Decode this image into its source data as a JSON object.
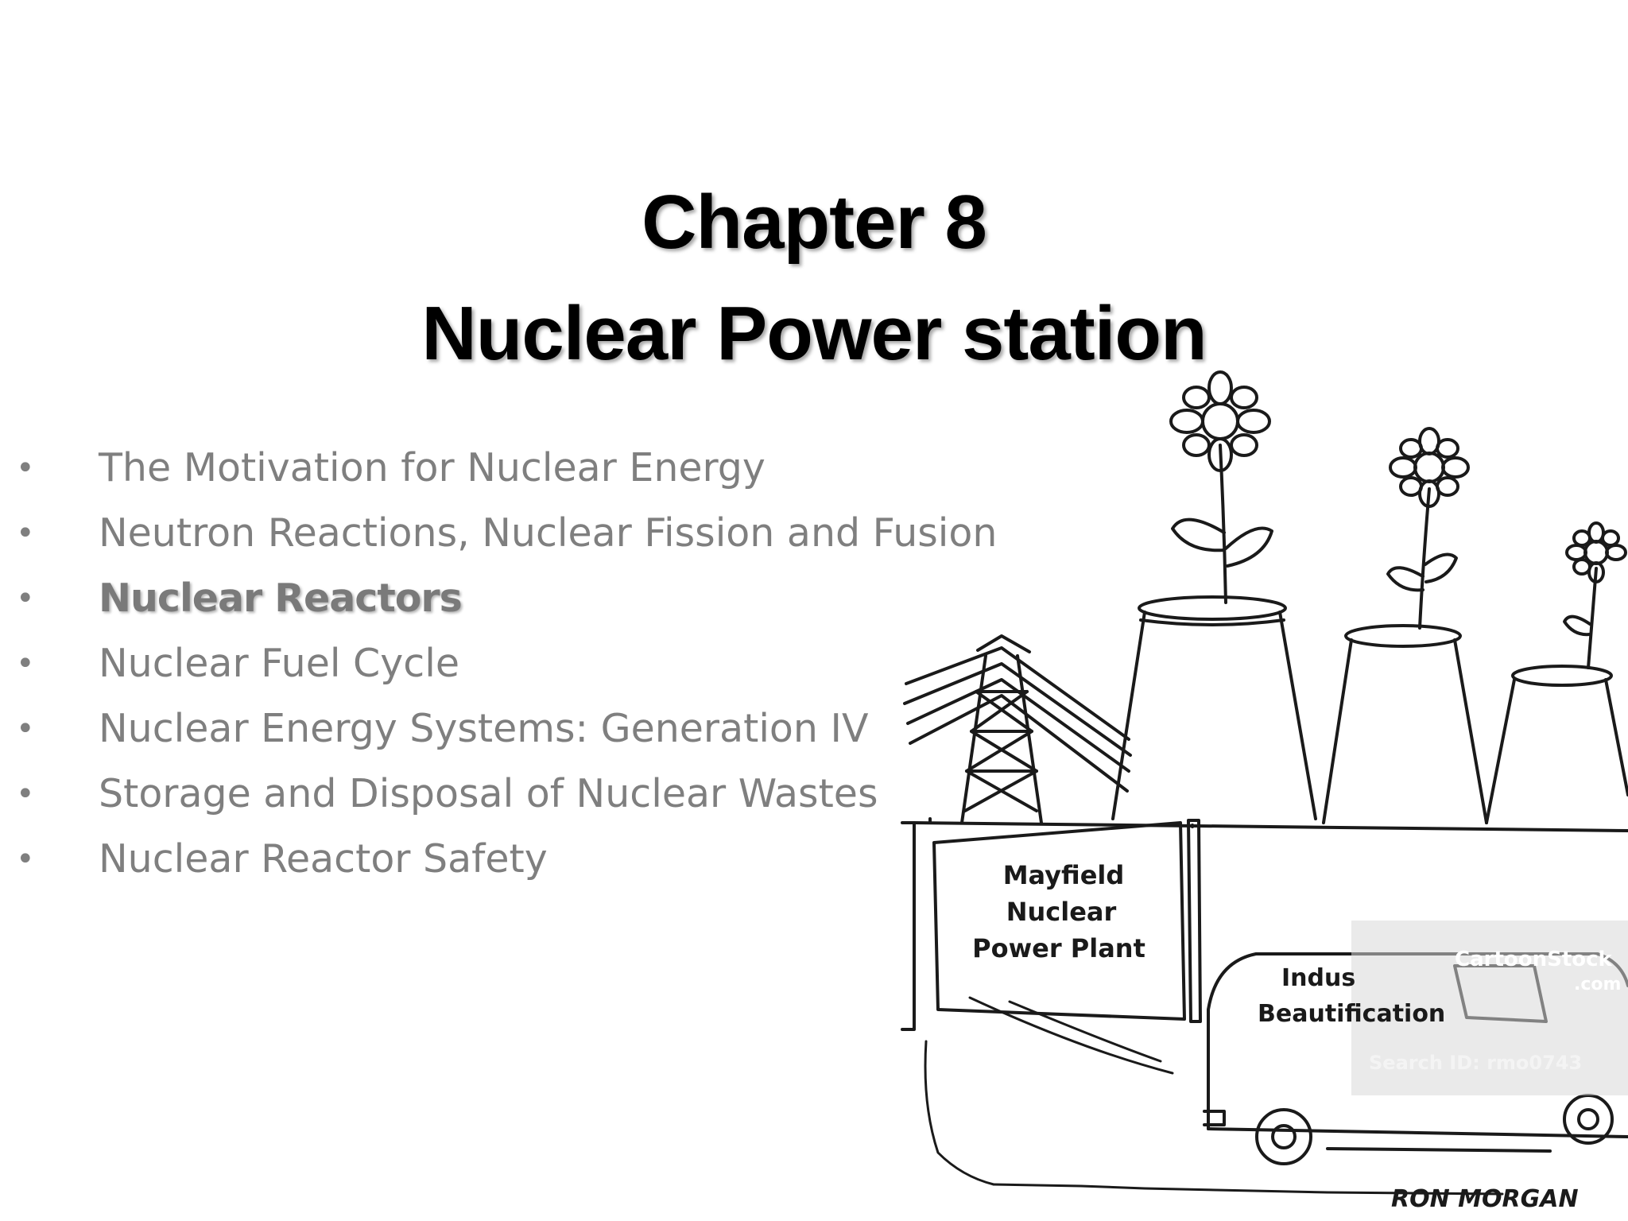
{
  "title": {
    "line1": "Chapter 8",
    "line2": "Nuclear Power station"
  },
  "bullets": [
    {
      "label": "The Motivation for Nuclear Energy",
      "emphasized": false
    },
    {
      "label": "Neutron Reactions, Nuclear Fission and Fusion",
      "emphasized": false
    },
    {
      "label": "Nuclear Reactors",
      "emphasized": true
    },
    {
      "label": "Nuclear Fuel Cycle",
      "emphasized": false
    },
    {
      "label": "Nuclear Energy Systems: Generation IV",
      "emphasized": false
    },
    {
      "label": "Storage and Disposal of Nuclear Wastes",
      "emphasized": false
    },
    {
      "label": "Nuclear Reactor Safety",
      "emphasized": false
    }
  ],
  "bullet_glyph": "•",
  "cartoon": {
    "sign_line1": "Mayfield",
    "sign_line2": "Nuclear",
    "sign_line3": "Power Plant",
    "van_line1": "Indus",
    "van_line2": "Beautification",
    "watermark_brand": "CartoonStock",
    "watermark_domain": ".com",
    "watermark_search": "Search ID: rmo0743",
    "signature": "RON MORGAN"
  },
  "colors": {
    "title": "#000000",
    "bullet_text": "#7f7f7f",
    "ink": "#1a1a1a"
  }
}
